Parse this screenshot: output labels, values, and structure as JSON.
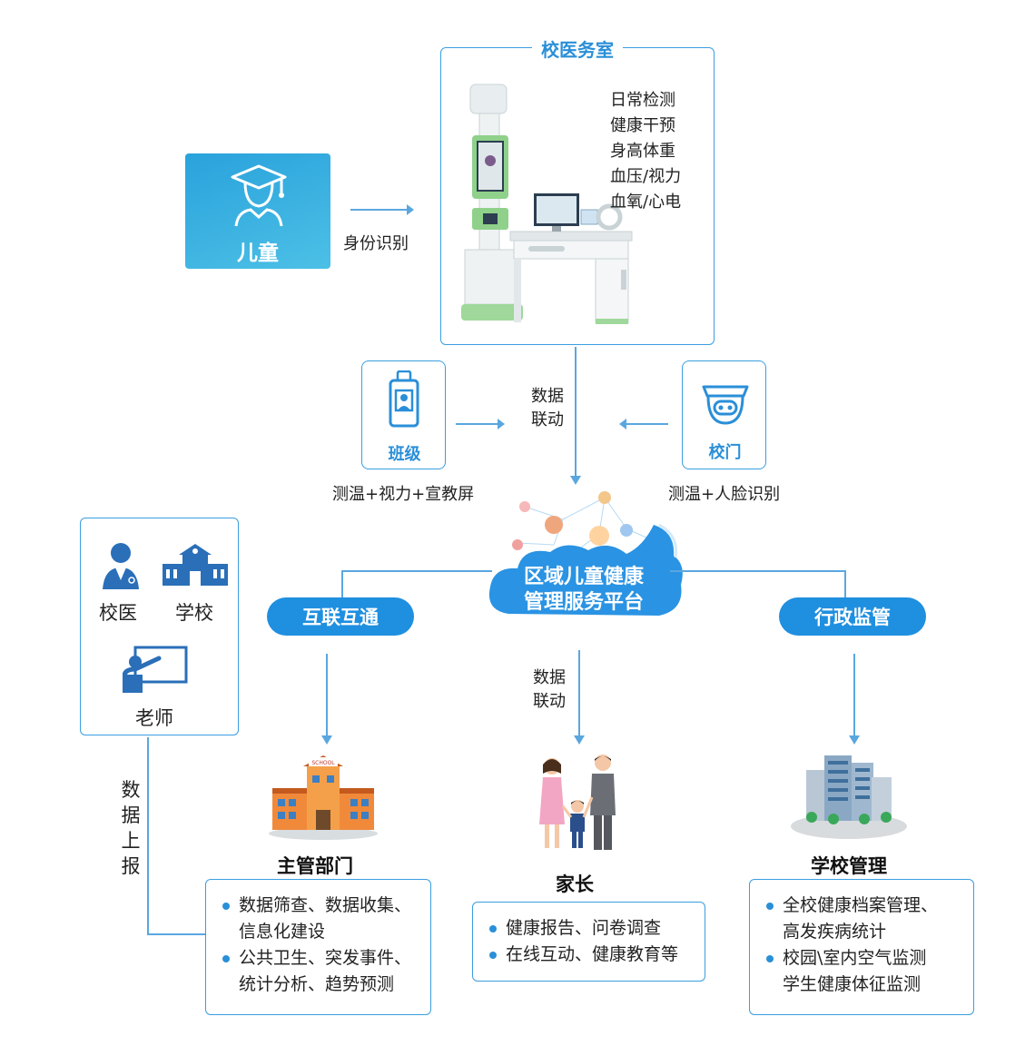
{
  "school_clinic": {
    "title": "校医务室",
    "features": [
      "日常检测",
      "健康干预",
      "身高体重",
      "血压/视力",
      "血氧/心电"
    ]
  },
  "child": {
    "label": "儿童"
  },
  "identity_label": "身份识别",
  "data_link_top": [
    "数据",
    "联动"
  ],
  "class_node": {
    "label": "班级",
    "caption": "测温+视力+宣教屏"
  },
  "gate_node": {
    "label": "校门",
    "caption": "测温+人脸识别"
  },
  "platform": {
    "line1": "区域儿童健康",
    "line2": "管理服务平台"
  },
  "left_pill": "互联互通",
  "right_pill": "行政监管",
  "data_link_mid": [
    "数据",
    "联动"
  ],
  "roles": {
    "doctor": "校医",
    "school": "学校",
    "teacher": "老师"
  },
  "data_report": [
    "数",
    "据",
    "上",
    "报"
  ],
  "dept": {
    "title": "主管部门",
    "items": [
      "数据筛查、数据收集、信息化建设",
      "公共卫生、突发事件、统计分析、趋势预测"
    ],
    "lines": [
      [
        "数据筛查、数据收集、",
        "信息化建设"
      ],
      [
        "公共卫生、突发事件、",
        "统计分析、趋势预测"
      ]
    ]
  },
  "parents": {
    "title": "家长",
    "items": [
      "健康报告、问卷调查",
      "在线互动、健康教育等"
    ]
  },
  "school_mgmt": {
    "title": "学校管理",
    "lines": [
      [
        "全校健康档案管理、",
        "高发疾病统计"
      ],
      [
        "校园\\室内空气监测",
        "学生健康体征监测"
      ]
    ]
  },
  "school_sign": "SCHOOL",
  "colors": {
    "accent": "#2a8fd8",
    "pill": "#1f8fe0",
    "line": "#5aa7df",
    "child_tile": "#39b0e0"
  }
}
